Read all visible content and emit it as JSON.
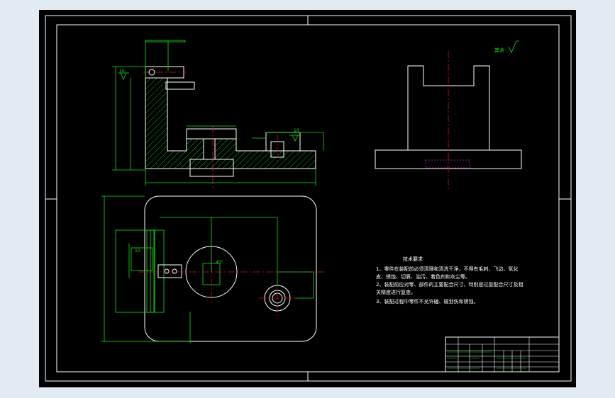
{
  "colors": {
    "app_background": "#e2eaf2",
    "sheet": "#000000",
    "outline": "#ffffff",
    "dimension": "#18e018",
    "centerline": "#e01010",
    "hidden": "#c020c0"
  },
  "drawing": {
    "roughness_note": "其余",
    "tech_requirements": {
      "title": "技术要求",
      "items": [
        "1、零件在装配前必须清理和清洗干净，不得有毛刺、飞边、氧化",
        "皮、锈蚀、切屑、油污、着色剂和灰尘等。",
        "2、装配前应对零、部件的主要配合尺寸，特别是过盈配合尺寸及相",
        "关精度进行复查。",
        "3、装配过程中零件不允许磕、碰划伤和锈蚀。"
      ]
    },
    "dim_labels": {
      "roughness_left": "10",
      "roughness_right": "10",
      "roughness_plan": "10",
      "overall_width": "",
      "bore_angle": "45°"
    }
  }
}
